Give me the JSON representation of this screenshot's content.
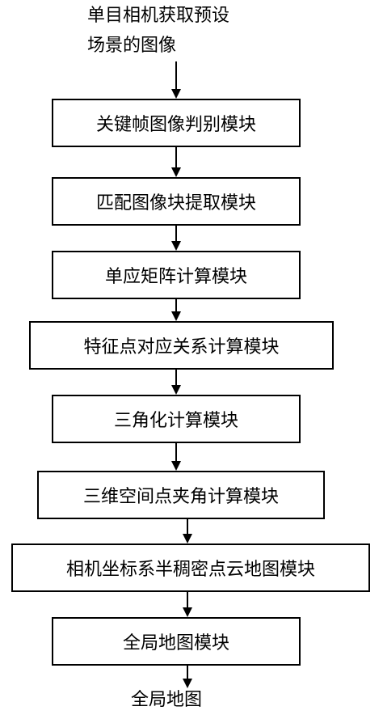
{
  "input": {
    "line1": "单目相机获取预设",
    "line2": "场景的图像"
  },
  "modules": [
    "关键帧图像判别模块",
    "匹配图像块提取模块",
    "单应矩阵计算模块",
    "特征点对应关系计算模块",
    "三角化计算模块",
    "三维空间点夹角计算模块",
    "相机坐标系半稠密点云地图模块",
    "全局地图模块"
  ],
  "output": {
    "label": "全局地图"
  }
}
